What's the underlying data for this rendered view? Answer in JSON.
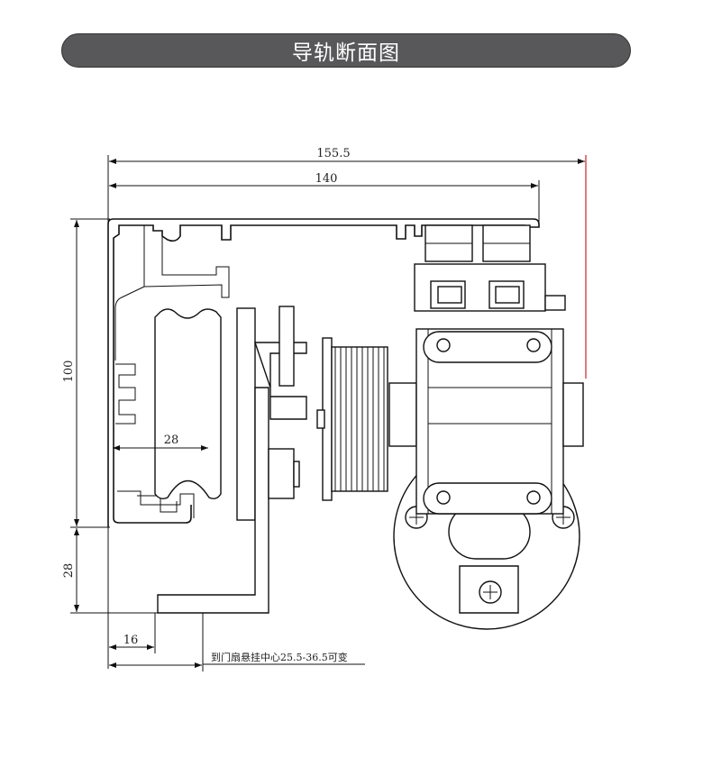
{
  "header": {
    "title": "导轨断面图"
  },
  "dimensions": {
    "overall_width": "155.5",
    "rail_width": "140",
    "rail_height": "100",
    "bracket_height": "28",
    "wheel_offset": "28",
    "bracket_offset": "16"
  },
  "annotation": "到门扇悬挂中心25.5-36.5可变",
  "colors": {
    "header_bg": "#58585a",
    "header_text": "#ffffff",
    "marker_line": "#d0202a"
  }
}
